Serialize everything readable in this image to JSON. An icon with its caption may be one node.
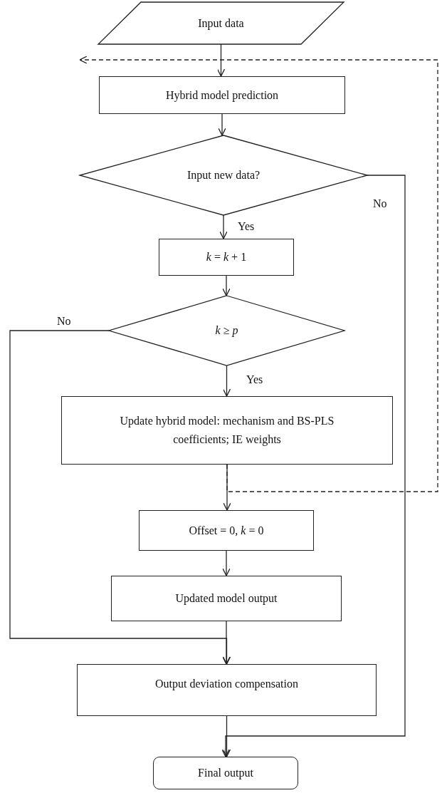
{
  "diagram": {
    "nodes": [
      {
        "text": [
          "Input data"
        ]
      },
      {
        "text": [
          "Hybrid model prediction"
        ]
      },
      {
        "text": [
          "Input new data?"
        ]
      },
      {
        "text": [
          "*k* = *k* + 1"
        ]
      },
      {
        "text": [
          "*k* ≥ *p*"
        ]
      },
      {
        "text": [
          "Update hybrid model: mechanism and BS-PLS coefficients; IE weights"
        ]
      },
      {
        "text": [
          "Offset = 0, *k* = 0"
        ]
      },
      {
        "text": [
          "Updated model output"
        ]
      },
      {
        "text": [
          "Output deviation compensation"
        ]
      },
      {
        "text": [
          "Final output"
        ]
      }
    ],
    "edges": [
      {
        "from": 0,
        "to": 1,
        "arrow": "to"
      },
      {
        "from": 1,
        "to": 2,
        "arrow": "to"
      },
      {
        "from": 2,
        "to": 3,
        "arrow": "to",
        "label": "Yes"
      },
      {
        "from": 2,
        "to": 9,
        "arrow": "to",
        "label": "No"
      },
      {
        "from": 3,
        "to": 4,
        "arrow": "to"
      },
      {
        "from": 4,
        "to": 5,
        "arrow": "to",
        "label": "Yes"
      },
      {
        "from": 4,
        "to": 8,
        "arrow": "to",
        "label": "No"
      },
      {
        "from": 5,
        "to": 6,
        "arrow": "to"
      },
      {
        "from": 5,
        "to": null,
        "arrow": "to",
        "style": "dashed"
      },
      {
        "from": 6,
        "to": 7,
        "arrow": "to"
      },
      {
        "from": 7,
        "to": 8,
        "arrow": "to"
      },
      {
        "from": 8,
        "to": 9,
        "arrow": "to"
      }
    ]
  }
}
